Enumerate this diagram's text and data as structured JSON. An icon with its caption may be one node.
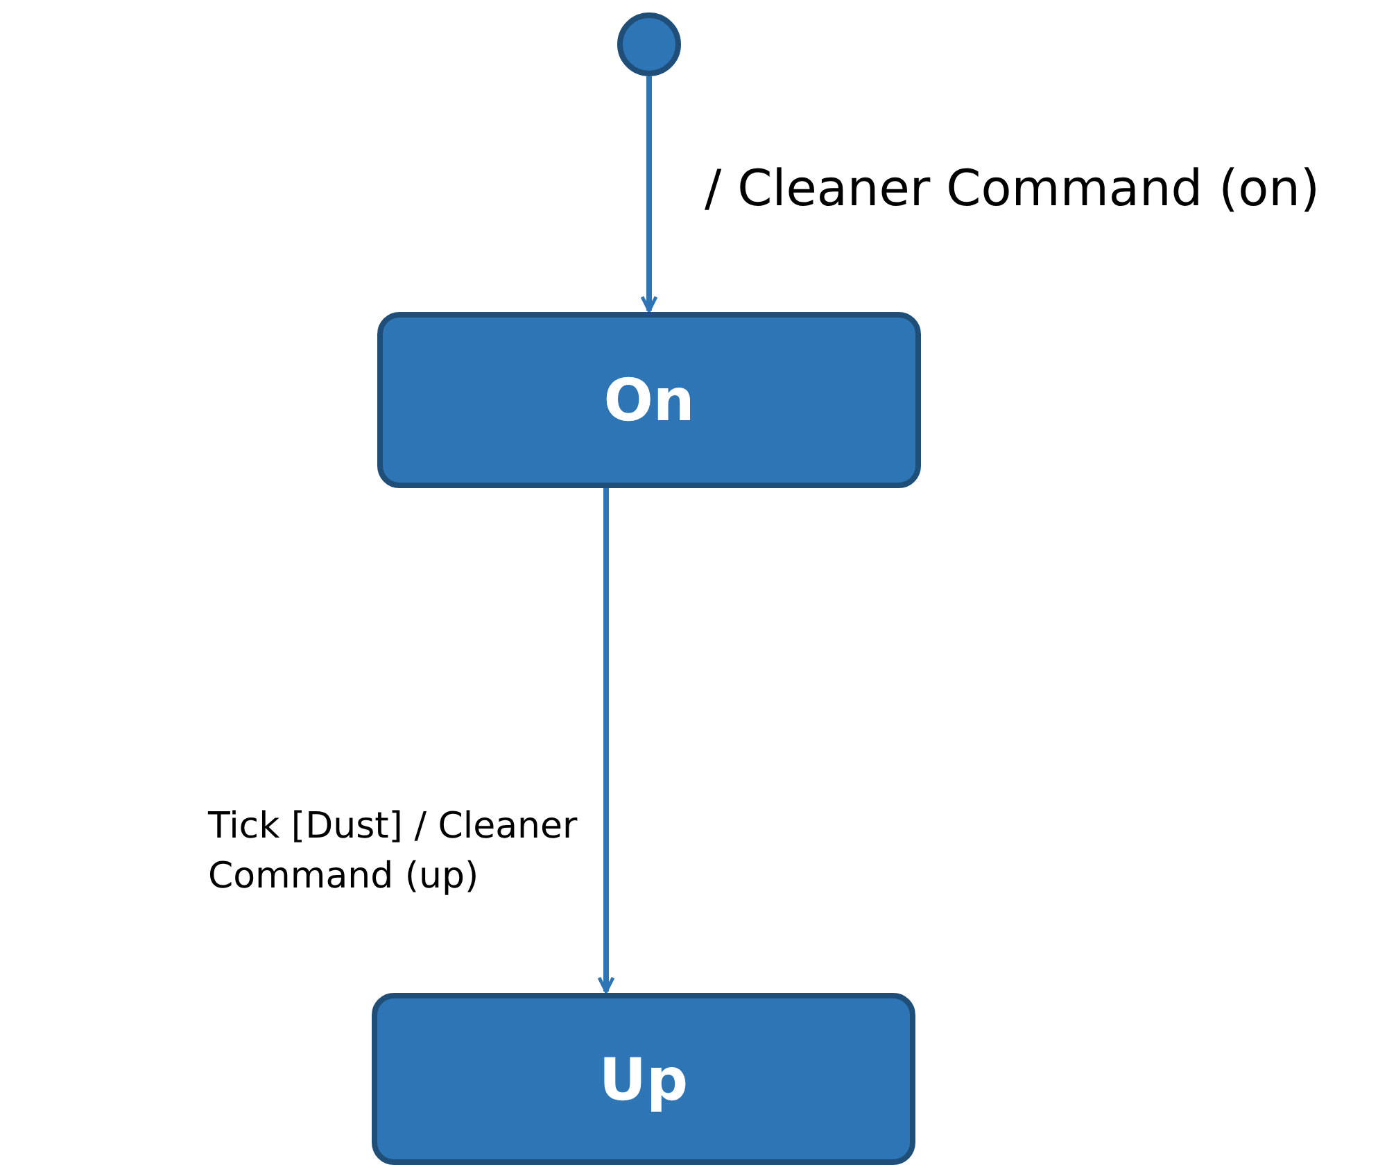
{
  "diagram": {
    "nodes": [
      {
        "text": [],
        "shape": "circle"
      },
      {
        "text": [
          "On"
        ]
      },
      {
        "text": [
          "Up"
        ]
      }
    ],
    "edges": [
      {
        "from": 0,
        "to": 1,
        "arrow": "to",
        "label": "/ Cleaner Command (on)"
      },
      {
        "from": 1,
        "to": 2,
        "arrow": "to",
        "label": "Tick [Dust] / Cleaner Command (up)"
      }
    ]
  }
}
